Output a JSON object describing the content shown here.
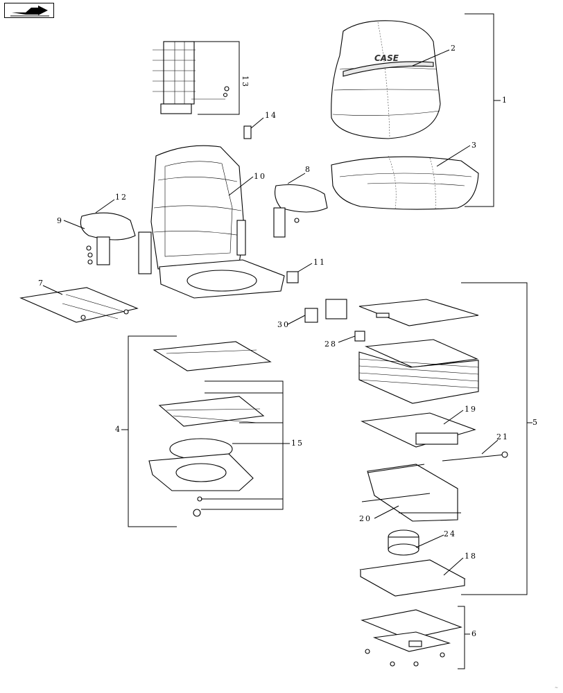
{
  "brand_text": "CASE",
  "page_marker": "~",
  "callouts": {
    "c1": "1",
    "c2": "2",
    "c3": "3",
    "c4": "4",
    "c5": "5",
    "c6": "6",
    "c7": "7",
    "c8": "8",
    "c9": "9",
    "c10": "10",
    "c11": "11",
    "c12": "12",
    "c13": "13",
    "c14": "14",
    "c15": "15",
    "c18": "18",
    "c19": "19",
    "c20": "20",
    "c21": "21",
    "c24": "24",
    "c28": "28",
    "c30": "30"
  },
  "icons": {
    "nav": "next-page-arrow-icon"
  }
}
